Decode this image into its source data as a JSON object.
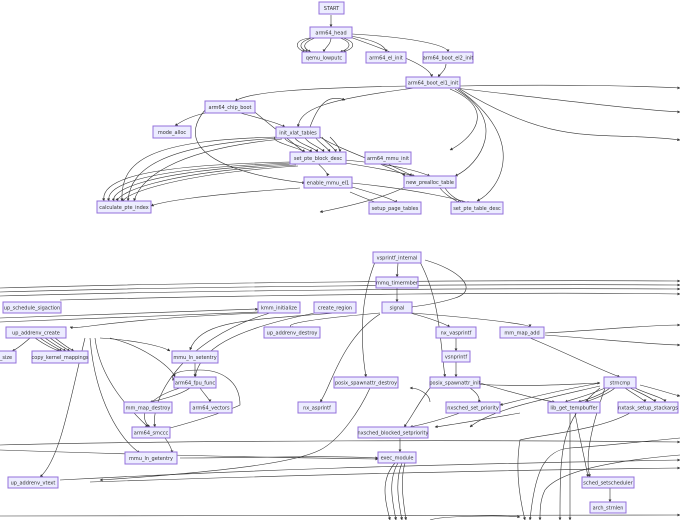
{
  "diagram": {
    "type": "flowchart",
    "colors": {
      "node_fill": "#ececff",
      "node_border": "#9370db",
      "edge": "#333333",
      "text": "#333333",
      "background": "#ffffff"
    },
    "nodes": {
      "start": "START",
      "arm64_head": "arm64_head",
      "qemu_lowputc": "qemu_lowputc",
      "arm64_el_init": "arm64_el_init",
      "arm64_boot_el2_init": "arm64_boot_el2_init",
      "arm64_boot_el1_init": "arm64_boot_el1_init",
      "arm64_chip_boot": "arm64_chip_boot",
      "mode_alloc": "mode_alloc",
      "init_xlat_tables": "init_xlat_tables",
      "set_pte_block_desc": "set_pte_block_desc",
      "arm64_mmu_init": "arm64_mmu_init",
      "enable_mmu_el1": "enable_mmu_el1",
      "new_prealloc_table": "new_prealloc_table",
      "calculate_pte_index": "calculate_pte_index",
      "setup_page_tables": "setup_page_tables",
      "set_pte_table_desc": "set_pte_table_desc",
      "vsprintf_internal": "vsprintf_internal",
      "mmq_timermber": "mmq_timermber",
      "up_schedule_sigaction": "up_schedule_sigaction",
      "kmm_initialize": "kmm_initialize",
      "create_region": "create_region",
      "signal": "signal",
      "up_addrenv_create": "up_addrenv_create",
      "up_addrenv_destroy": "up_addrenv_destroy",
      "nx_vasprintf": "nx_vasprintf",
      "mm_map_add": "mm_map_add",
      "r_size": "r_size",
      "copy_kernel_mappings": "copy_kernel_mappings",
      "mmu_ln_setentry": "mmu_ln_setentry",
      "vsnprintf": "vsnprintf",
      "arm64_fpu_func": "arm64_fpu_func",
      "posix_spawnattr_destroy": "posix_spawnattr_destroy",
      "posix_spawnattr_init": "posix_spawnattr_init",
      "strncmp": "strncmp",
      "mm_map_destroy": "mm_map_destroy",
      "arm64_vectors": "arm64_vectors",
      "nx_asprintf": "nx_asprintf",
      "nxsched_set_priority": "nxsched_set_priority",
      "lib_get_tempbuffer": "lib_get_tempbuffer",
      "nxtask_setup_stackargs": "nxtask_setup_stackargs",
      "arm64_smccc": "arm64_smccc",
      "nxsched_blocked_setpriority": "nxsched_blocked_setpriority",
      "mmu_ln_getentry": "mmu_ln_getentry",
      "exec_module": "exec_module",
      "up_addrenv_vtext": "up_addrenv_vtext",
      "sched_setscheduler": "sched_setscheduler",
      "arch_strnlen": "arch_strnlen"
    }
  }
}
